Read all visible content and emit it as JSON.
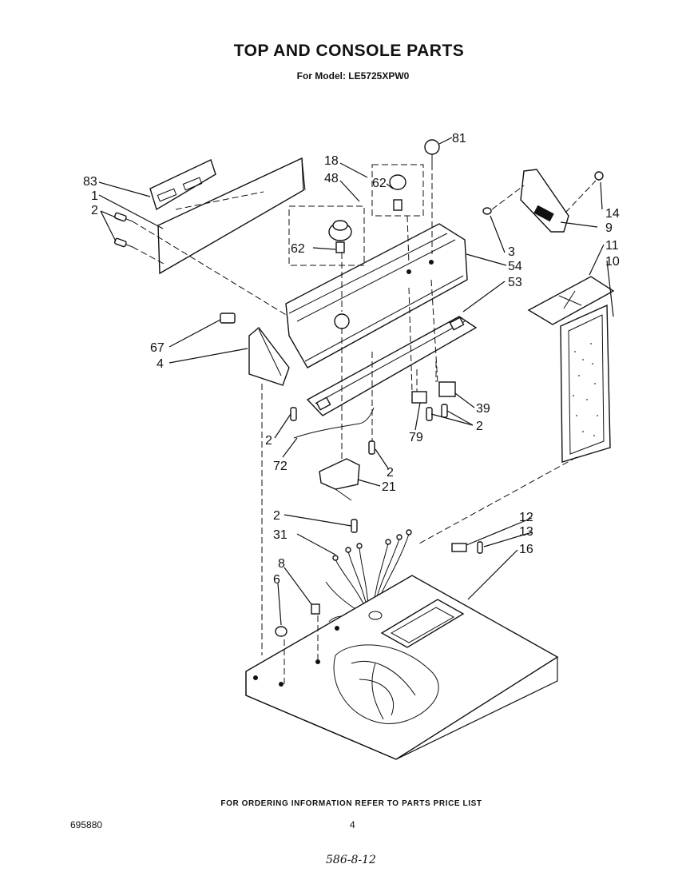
{
  "header": {
    "title": "TOP AND CONSOLE PARTS",
    "subtitle": "For Model: LE5725XPW0"
  },
  "callouts": {
    "c81": "81",
    "c18": "18",
    "c48": "48",
    "c62a": "62",
    "c83": "83",
    "c1": "1",
    "c2a": "2",
    "c14": "14",
    "c9": "9",
    "c3": "3",
    "c54": "54",
    "c62b": "62",
    "c53": "53",
    "c11": "11",
    "c10": "10",
    "c67": "67",
    "c4": "4",
    "c39": "39",
    "c2b": "2",
    "c79": "79",
    "c2c": "2",
    "c72": "72",
    "c2d": "2",
    "c21": "21",
    "c2e": "2",
    "c12": "12",
    "c13": "13",
    "c31": "31",
    "c16": "16",
    "c8": "8",
    "c6": "6"
  },
  "footer": {
    "ordering_note": "FOR ORDERING INFORMATION REFER TO PARTS PRICE LIST",
    "doc_number": "695880",
    "page_number": "4",
    "handwritten_date": "586-8-12"
  }
}
